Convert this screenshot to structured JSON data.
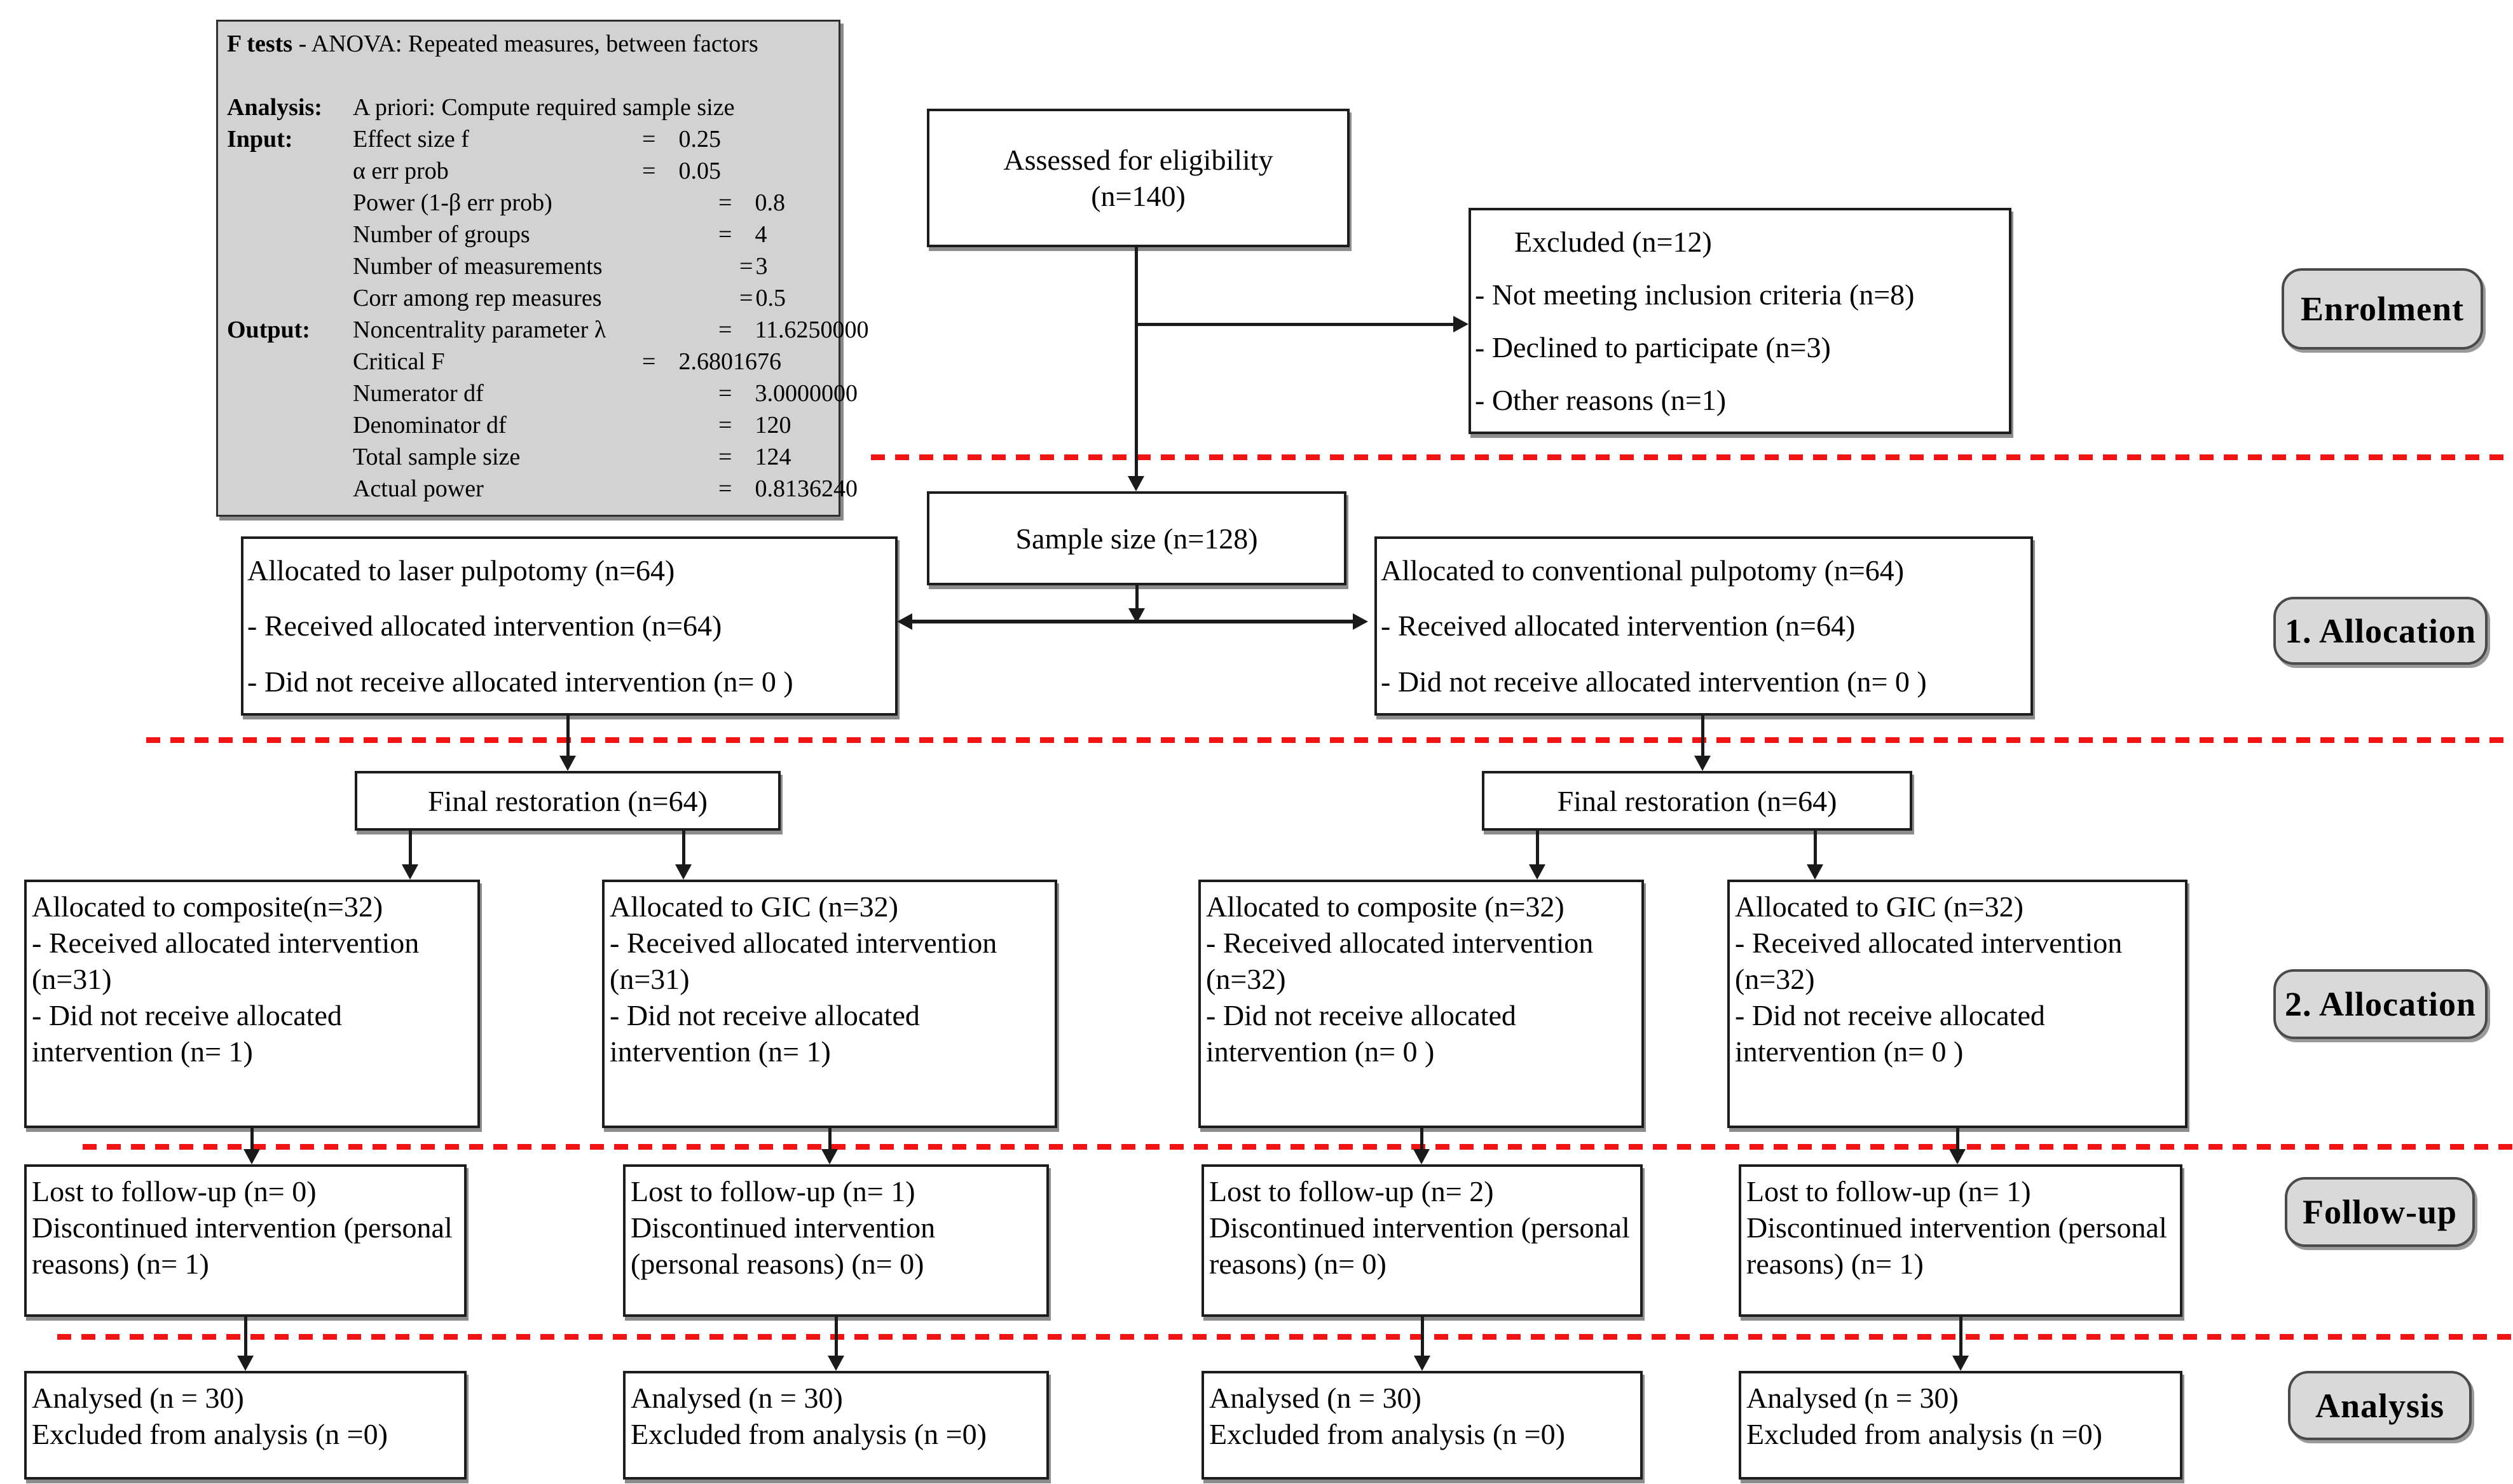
{
  "power_analysis": {
    "title": {
      "bold": "F tests",
      "rest": " - ANOVA: Repeated measures, between factors"
    },
    "rows": [
      {
        "prefix": "Analysis:",
        "label": "A priori: Compute required sample size",
        "eq": "",
        "value": ""
      },
      {
        "prefix": "Input:",
        "label": "Effect size f",
        "eq": "=",
        "value": "0.25"
      },
      {
        "prefix": "",
        "label": "α err prob",
        "eq": "=",
        "value": "0.05"
      },
      {
        "prefix": "",
        "label": "Power (1-β err prob)",
        "eq": "=",
        "value": "0.8"
      },
      {
        "prefix": "",
        "label": "Number of groups",
        "eq": "=",
        "value": "4"
      },
      {
        "prefix": "",
        "label": "Number of measurements",
        "eq": "=",
        "value": "3"
      },
      {
        "prefix": "",
        "label": "Corr among rep measures",
        "eq": "=",
        "value": "0.5"
      },
      {
        "prefix": "Output:",
        "label": "Noncentrality parameter λ",
        "eq": "=",
        "value": "11.6250000"
      },
      {
        "prefix": "",
        "label": "Critical F",
        "eq": "=",
        "value": "2.6801676"
      },
      {
        "prefix": "",
        "label": "Numerator df",
        "eq": "=",
        "value": "3.0000000"
      },
      {
        "prefix": "",
        "label": "Denominator df",
        "eq": "=",
        "value": "120"
      },
      {
        "prefix": "",
        "label": "Total sample size",
        "eq": "=",
        "value": "124"
      },
      {
        "prefix": "",
        "label": "Actual power",
        "eq": "=",
        "value": "0.8136240"
      }
    ]
  },
  "flow": {
    "assessed": {
      "l1": "Assessed for eligibility",
      "l2": "(n=140)"
    },
    "excluded": {
      "title": "Excluded (n=12)",
      "items": [
        "- Not meeting inclusion criteria (n=8)",
        "- Declined to participate (n=3)",
        "- Other reasons (n=1)"
      ]
    },
    "sample": {
      "l1": "Sample size (n=128)"
    },
    "alloc_left": {
      "l1": "Allocated to laser pulpotomy (n=64)",
      "l2": "- Received allocated intervention (n=64)",
      "l3": "- Did not receive allocated intervention (n= 0 )"
    },
    "alloc_right": {
      "l1": "Allocated to conventional pulpotomy (n=64)",
      "l2": "- Received allocated intervention (n=64)",
      "l3": "- Did not receive allocated intervention (n= 0 )"
    },
    "final_left": {
      "l1": "Final restoration (n=64)"
    },
    "final_right": {
      "l1": "Final restoration (n=64)"
    },
    "arm1": {
      "l1": "Allocated to composite(n=32)",
      "l2": "- Received allocated intervention (n=31)",
      "l3": "- Did not receive allocated intervention (n= 1)"
    },
    "arm2": {
      "l1": "Allocated to GIC (n=32)",
      "l2": "- Received allocated intervention (n=31)",
      "l3": "- Did not receive allocated intervention (n= 1)"
    },
    "arm3": {
      "l1": "Allocated to composite (n=32)",
      "l2": "- Received allocated intervention (n=32)",
      "l3": "- Did not receive allocated intervention (n= 0 )"
    },
    "arm4": {
      "l1": "Allocated to GIC (n=32)",
      "l2": "- Received allocated intervention (n=32)",
      "l3": "- Did not receive allocated intervention (n= 0 )"
    },
    "fu1": {
      "l1": "Lost to follow-up (n= 0)",
      "l2": "Discontinued intervention (personal reasons) (n= 1)"
    },
    "fu2": {
      "l1": "Lost to follow-up (n= 1)",
      "l2": "Discontinued intervention (personal reasons) (n= 0)"
    },
    "fu3": {
      "l1": "Lost to follow-up (n= 2)",
      "l2": "Discontinued intervention (personal reasons) (n= 0)"
    },
    "fu4": {
      "l1": "Lost to follow-up (n= 1)",
      "l2": "Discontinued intervention (personal reasons) (n= 1)"
    },
    "an1": {
      "l1": "Analysed (n = 30)",
      "l2": "Excluded from analysis (n =0)"
    },
    "an2": {
      "l1": "Analysed (n = 30)",
      "l2": "Excluded from analysis (n =0)"
    },
    "an3": {
      "l1": "Analysed (n = 30)",
      "l2": "Excluded from analysis (n =0)"
    },
    "an4": {
      "l1": "Analysed (n = 30)",
      "l2": "Excluded from analysis (n =0)"
    }
  },
  "phase_labels": [
    "Enrolment",
    "1. Allocation",
    "2. Allocation",
    "Follow-up",
    "Analysis"
  ],
  "colors": {
    "phase_line": "#f01414",
    "box_border": "#1c1c1c",
    "stats_bg": "#d2d2d2",
    "label_bg": "#d9d9d9"
  }
}
